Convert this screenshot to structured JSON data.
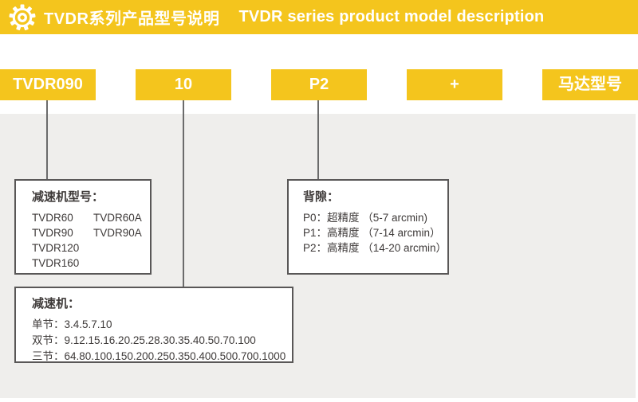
{
  "header": {
    "title_zh": "TVDR系列产品型号说明",
    "title_en": "TVDR series product model description"
  },
  "model_code": {
    "segments": [
      {
        "label": "TVDR090"
      },
      {
        "label": "10"
      },
      {
        "label": "P2"
      },
      {
        "label": "+"
      },
      {
        "label": "马达型号"
      }
    ]
  },
  "callouts": {
    "reducer_model": {
      "title": "减速机型号：",
      "rows": [
        [
          "TVDR60",
          "TVDR60A"
        ],
        [
          "TVDR90",
          "TVDR90A"
        ],
        [
          "TVDR120",
          ""
        ],
        [
          "TVDR160",
          ""
        ]
      ]
    },
    "backlash": {
      "title": "背隙：",
      "items": [
        "P0：超精度 （5-7 arcmin)",
        "P1：高精度 （7-14 arcmin）",
        "P2：高精度 （14-20 arcmin）"
      ]
    },
    "reducer_ratio": {
      "title": "减速机：",
      "items": [
        "单节：3.4.5.7.10",
        "双节：9.12.15.16.20.25.28.30.35.40.50.70.100",
        "三节：64.80.100.150.200.250.350.400.500.700.1000"
      ]
    }
  },
  "colors": {
    "accent_yellow": "#f4c51d",
    "panel_gray": "#efeeec",
    "border_gray": "#595757",
    "text_dark": "#3e3a39",
    "text_white": "#ffffff"
  }
}
